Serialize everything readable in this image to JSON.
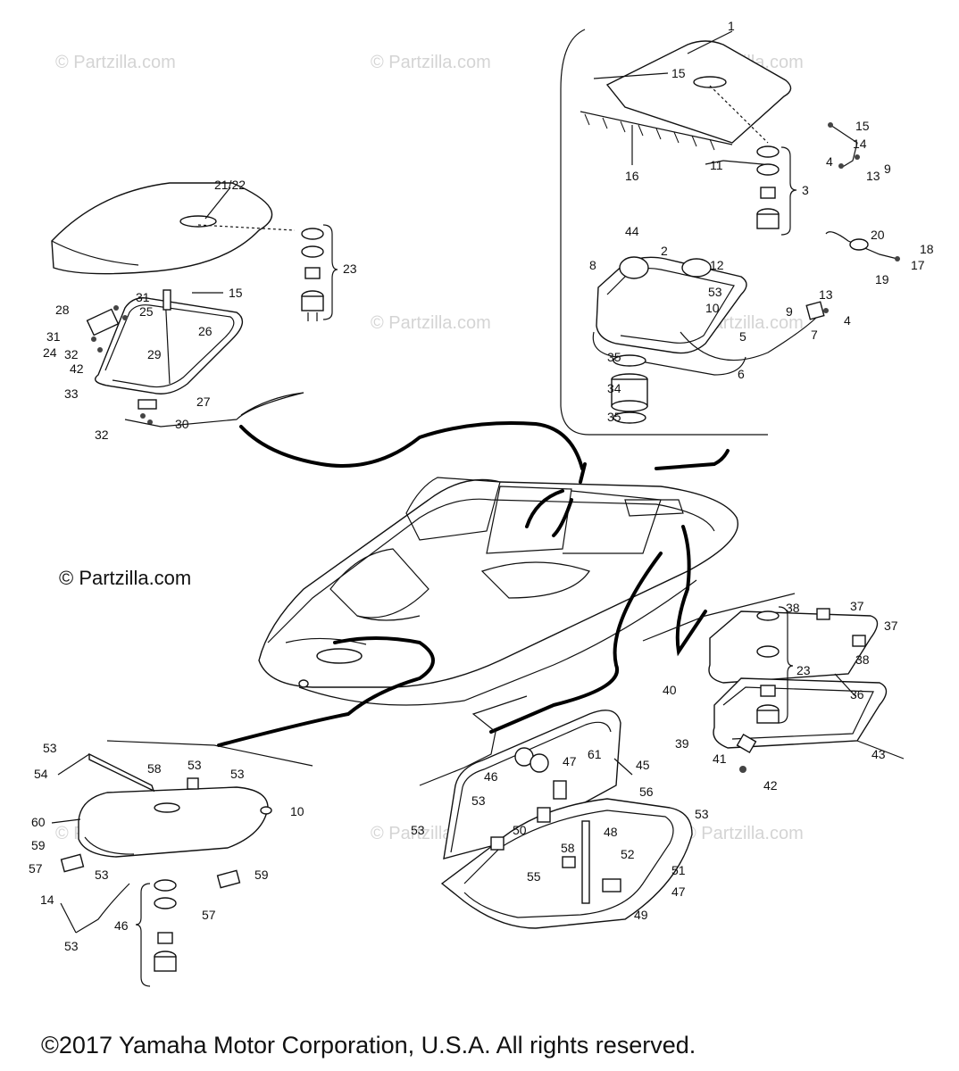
{
  "watermark": "© Partzilla.com",
  "copyright_main": "© Partzilla.com",
  "footer": "©2017  Yamaha Motor Corporation, U.S.A. All rights reserved.",
  "callouts": [
    "1",
    "15",
    "16",
    "11",
    "3",
    "15",
    "14",
    "4",
    "13",
    "9",
    "20",
    "18",
    "17",
    "19",
    "44",
    "2",
    "12",
    "8",
    "53",
    "10",
    "13",
    "9",
    "4",
    "7",
    "5",
    "6",
    "35",
    "34",
    "35",
    "21/22",
    "23",
    "15",
    "31",
    "28",
    "25",
    "31",
    "26",
    "24",
    "32",
    "42",
    "29",
    "33",
    "27",
    "32",
    "30",
    "38",
    "37",
    "37",
    "38",
    "23",
    "36",
    "40",
    "39",
    "41",
    "43",
    "42",
    "46",
    "47",
    "61",
    "45",
    "53",
    "53",
    "50",
    "56",
    "53",
    "48",
    "52",
    "58",
    "55",
    "51",
    "47",
    "49",
    "53",
    "54",
    "58",
    "53",
    "53",
    "10",
    "60",
    "59",
    "57",
    "53",
    "59",
    "57",
    "14",
    "46",
    "53"
  ]
}
